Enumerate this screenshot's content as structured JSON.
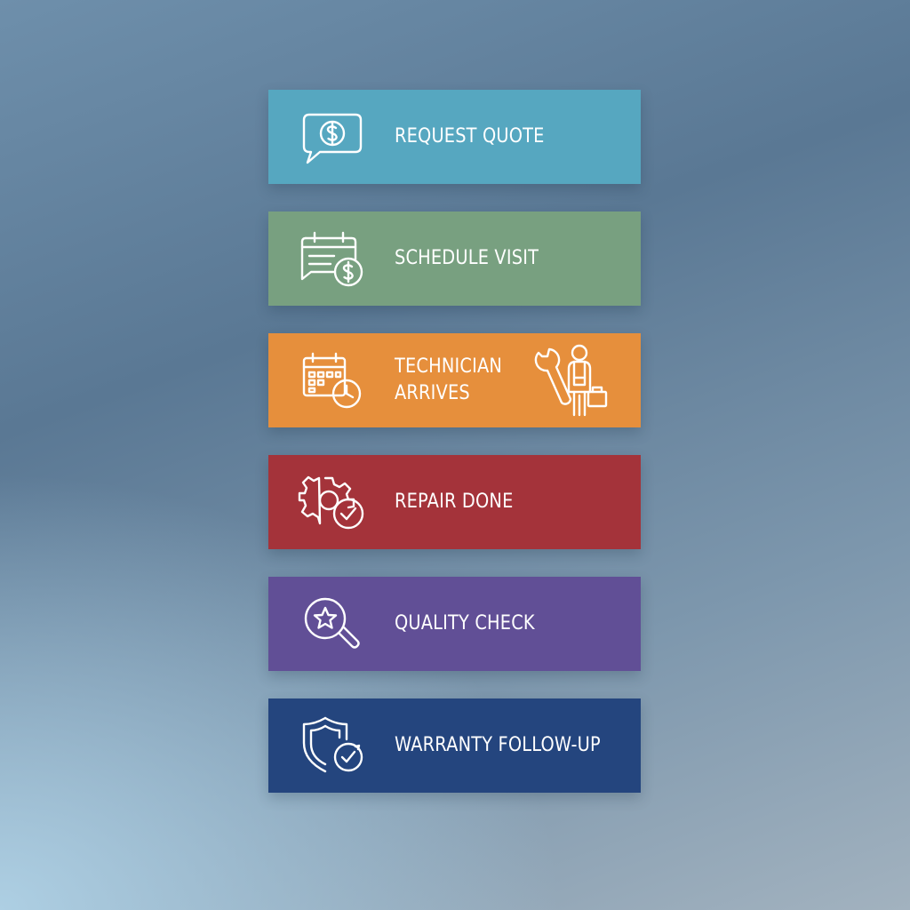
{
  "steps": [
    {
      "label": "REQUEST QUOTE",
      "icon": "speech-bubble-dollar-icon",
      "color": "#56a7c0"
    },
    {
      "label": "SCHEDULE VISIT",
      "icon": "calendar-message-dollar-icon",
      "color": "#78a080"
    },
    {
      "label": "TECHNICIAN\nARRIVES",
      "icon": "calendar-clock-icon",
      "extra_icon": "technician-wrench-toolbox-icon",
      "color": "#e68f3c"
    },
    {
      "label": "REPAIR DONE",
      "icon": "gear-check-icon",
      "color": "#a4333a"
    },
    {
      "label": "QUALITY CHECK",
      "icon": "magnifier-star-icon",
      "color": "#614f96"
    },
    {
      "label": "WARRANTY FOLLOW-UP",
      "icon": "shield-check-icon",
      "color": "#24457e"
    }
  ]
}
